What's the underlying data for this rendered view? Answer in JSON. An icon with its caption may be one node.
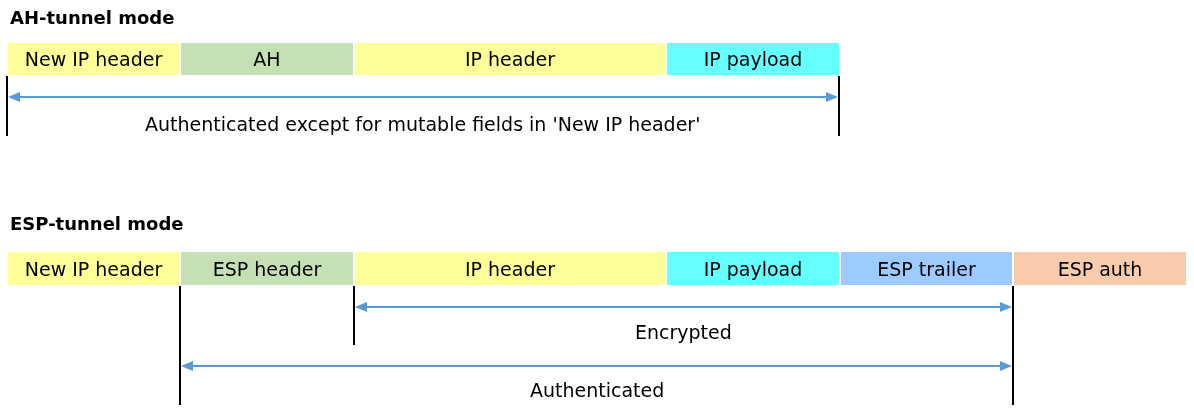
{
  "diagram": {
    "nodes": [
      {
        "text": [
          "New IP header"
        ]
      },
      {
        "text": [
          "AH"
        ]
      },
      {
        "text": [
          "IP header"
        ]
      },
      {
        "text": [
          "IP payload"
        ]
      },
      {
        "text": [
          "New IP header"
        ]
      },
      {
        "text": [
          "ESP header"
        ]
      },
      {
        "text": [
          "IP header"
        ]
      },
      {
        "text": [
          "IP payload"
        ]
      },
      {
        "text": [
          "ESP trailer"
        ]
      },
      {
        "text": [
          "ESP auth"
        ]
      }
    ],
    "labels": [
      "AH-tunnel mode",
      "Authenticated except for mutable fields in 'New IP header'",
      "ESP-tunnel mode",
      "Encrypted",
      "Authenticated"
    ]
  }
}
